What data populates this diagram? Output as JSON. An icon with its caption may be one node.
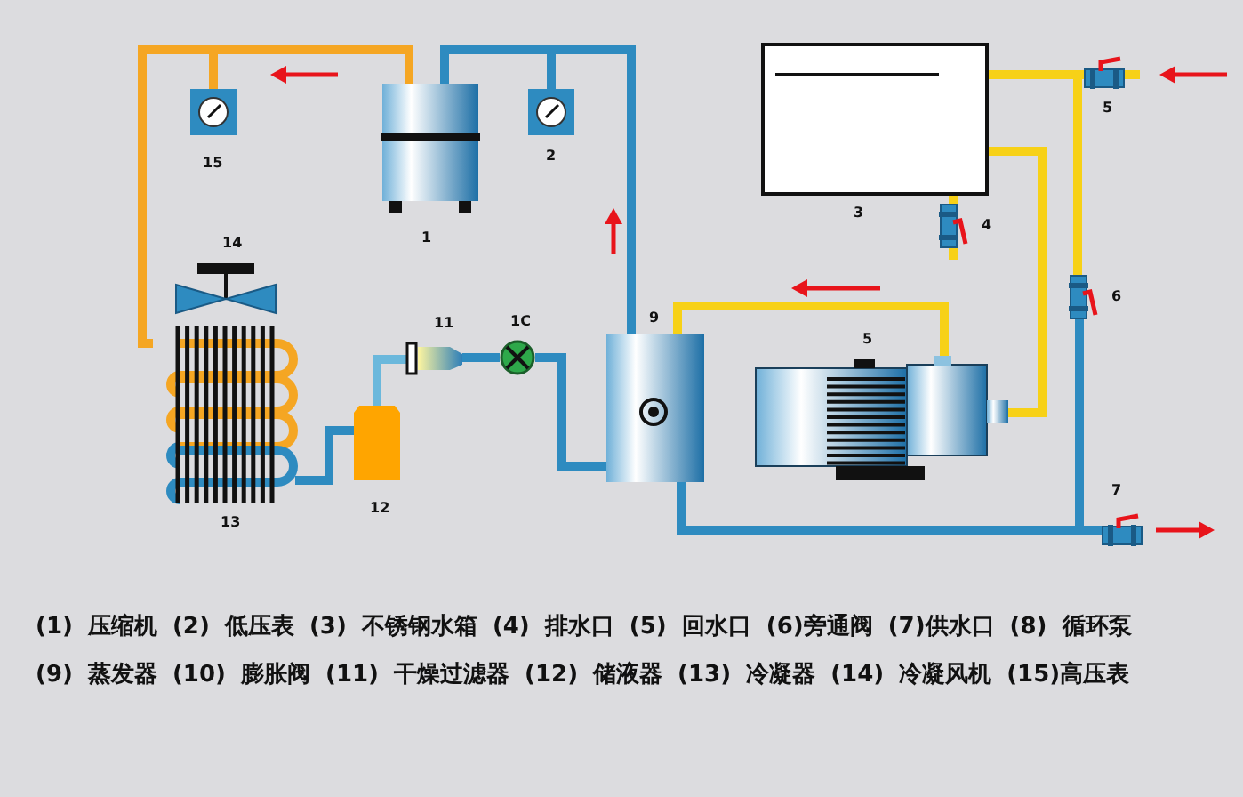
{
  "diagram": {
    "nodes": [
      {
        "text": [],
        "shape": "picture",
        "beside": [
          "15"
        ]
      },
      {
        "text": [],
        "shape": "picture",
        "beside": [
          "1"
        ]
      },
      {
        "text": [],
        "shape": "picture",
        "beside": [
          "2"
        ]
      },
      {
        "text": [],
        "shape": "picture",
        "beside": [
          "3"
        ]
      },
      {
        "text": [],
        "shape": "picture",
        "beside": [
          "4"
        ]
      },
      {
        "text": [],
        "shape": "picture",
        "beside": [
          "5"
        ]
      },
      {
        "text": [],
        "shape": "picture",
        "beside": [
          "6"
        ]
      },
      {
        "text": [],
        "shape": "picture",
        "beside": [
          "7"
        ]
      },
      {
        "text": [],
        "shape": "picture",
        "beside": [
          "14"
        ]
      },
      {
        "text": [],
        "shape": "picture",
        "beside": [
          "13"
        ]
      },
      {
        "text": [],
        "shape": "picture",
        "beside": [
          "11"
        ]
      },
      {
        "text": [],
        "shape": "picture",
        "beside": [
          "1C"
        ]
      },
      {
        "text": [],
        "shape": "box",
        "beside": [
          "12"
        ]
      },
      {
        "text": [],
        "shape": "picture",
        "beside": [
          "9"
        ]
      },
      {
        "text": [],
        "shape": "picture",
        "beside": [
          "5"
        ]
      }
    ],
    "edges": [
      {
        "from": 1,
        "to": 9,
        "arrow": "none",
        "color": "#f5a623"
      },
      {
        "from": 0,
        "to": 1,
        "arrow": "none",
        "color": "#f5a623"
      },
      {
        "from": 9,
        "to": 12,
        "arrow": "none",
        "color": "#2e8bc0"
      },
      {
        "from": 12,
        "to": 10,
        "arrow": "none",
        "color": "#6bb8dc"
      },
      {
        "from": 10,
        "to": 11,
        "arrow": "none",
        "color": "#2e8bc0"
      },
      {
        "from": 11,
        "to": 13,
        "arrow": "none",
        "color": "#2e8bc0"
      },
      {
        "from": 13,
        "to": 1,
        "arrow": "none",
        "color": "#2e8bc0"
      },
      {
        "from": 2,
        "to": 1,
        "arrow": "none",
        "color": "#2e8bc0"
      },
      {
        "from": 14,
        "to": 13,
        "arrow": "none",
        "color": "#f7d117"
      },
      {
        "from": 13,
        "to": 7,
        "arrow": "none",
        "color": "#2e8bc0"
      },
      {
        "from": 3,
        "to": 14,
        "arrow": "none",
        "color": "#f7d117"
      },
      {
        "from": 5,
        "to": 3,
        "arrow": "none",
        "color": "#f7d117"
      },
      {
        "from": 5,
        "to": 6,
        "arrow": "none",
        "color": "#f7d117"
      },
      {
        "from": 6,
        "to": 7,
        "arrow": "none",
        "color": "#2e8bc0"
      },
      {
        "from": 3,
        "to": 4,
        "arrow": "none",
        "color": "#f7d117"
      }
    ],
    "labels": [
      "(1) 压缩机 (2) 低压表 (3) 不锈钢水箱 (4) 排水口 (5) 回水口 (6)旁通阀 (7)供水口 (8) 循环泵",
      "(9) 蒸发器 (10) 膨胀阀 (11) 干燥过滤器 (12) 储液器 (13) 冷凝器 (14) 冷凝风机 (15)高压表"
    ]
  }
}
